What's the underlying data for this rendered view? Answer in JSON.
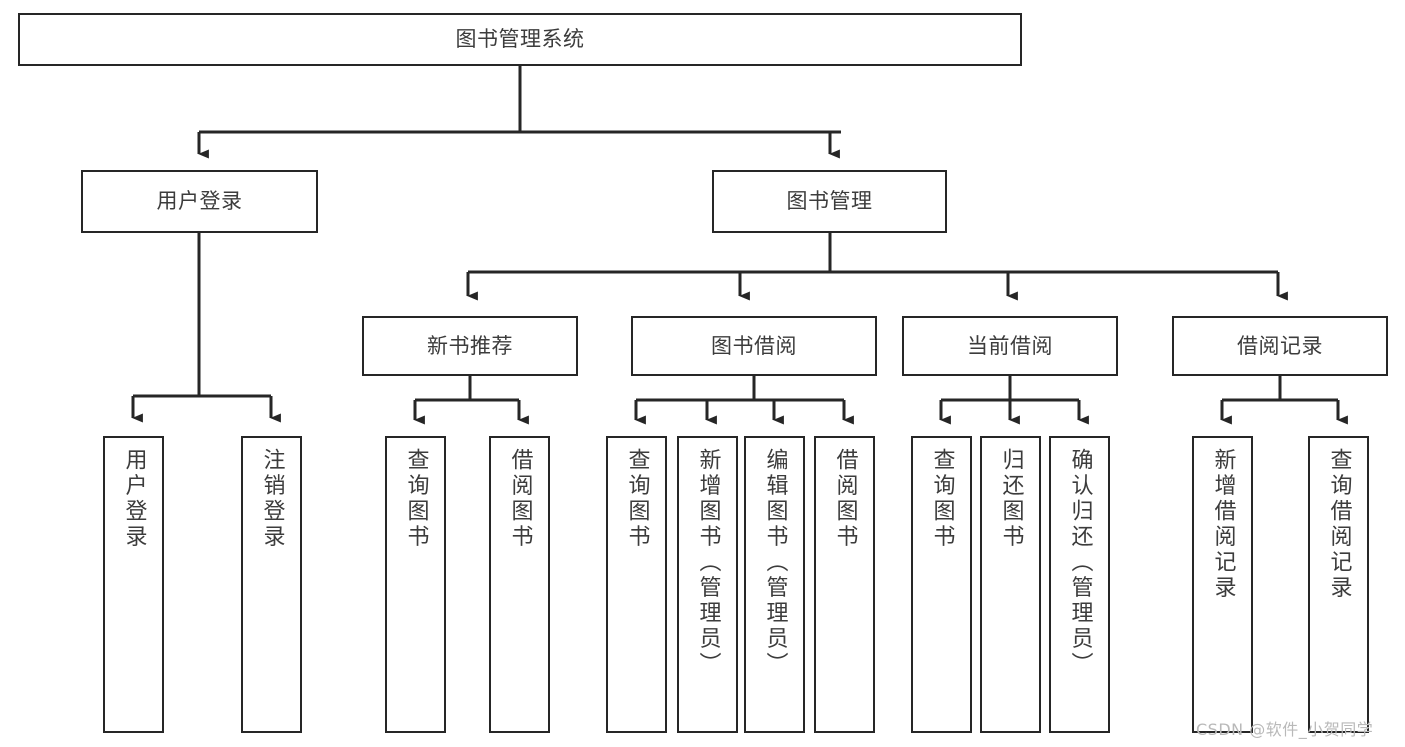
{
  "diagram": {
    "type": "tree-flowchart",
    "title": "图书管理系统",
    "orientation": "top-down",
    "watermark": "CSDN @软件_小贺同学",
    "colors": {
      "box_border": "#262626",
      "box_fill": "#ffffff",
      "text": "#3c3c3c",
      "connector": "#262626",
      "watermark": "#b9b9b9",
      "background": "#ffffff"
    },
    "levels": [
      {
        "level": 1,
        "nodes": [
          {
            "id": "root",
            "label": "图书管理系统"
          }
        ]
      },
      {
        "level": 2,
        "nodes": [
          {
            "id": "login",
            "label": "用户登录",
            "parent": "root"
          },
          {
            "id": "bookmgmt",
            "label": "图书管理",
            "parent": "root"
          }
        ]
      },
      {
        "level": 3,
        "nodes": [
          {
            "id": "newbook",
            "label": "新书推荐",
            "parent": "bookmgmt"
          },
          {
            "id": "borrow",
            "label": "图书借阅",
            "parent": "bookmgmt"
          },
          {
            "id": "current",
            "label": "当前借阅",
            "parent": "bookmgmt"
          },
          {
            "id": "record",
            "label": "借阅记录",
            "parent": "bookmgmt"
          }
        ]
      },
      {
        "level": 4,
        "nodes": [
          {
            "id": "leaf-1",
            "label": "用户登录",
            "parent": "login"
          },
          {
            "id": "leaf-2",
            "label": "注销登录",
            "parent": "login"
          },
          {
            "id": "leaf-3",
            "label": "查询图书",
            "parent": "newbook"
          },
          {
            "id": "leaf-4",
            "label": "借阅图书",
            "parent": "newbook"
          },
          {
            "id": "leaf-5",
            "label": "查询图书",
            "parent": "borrow"
          },
          {
            "id": "leaf-6",
            "label": "新增图书（管理员）",
            "parent": "borrow"
          },
          {
            "id": "leaf-7",
            "label": "编辑图书（管理员）",
            "parent": "borrow"
          },
          {
            "id": "leaf-8",
            "label": "借阅图书",
            "parent": "borrow"
          },
          {
            "id": "leaf-9",
            "label": "查询图书",
            "parent": "current"
          },
          {
            "id": "leaf-10",
            "label": "归还图书",
            "parent": "current"
          },
          {
            "id": "leaf-11",
            "label": "确认归还（管理员）",
            "parent": "current"
          },
          {
            "id": "leaf-12",
            "label": "新增借阅记录",
            "parent": "record"
          },
          {
            "id": "leaf-13",
            "label": "查询借阅记录",
            "parent": "record"
          }
        ]
      }
    ]
  }
}
